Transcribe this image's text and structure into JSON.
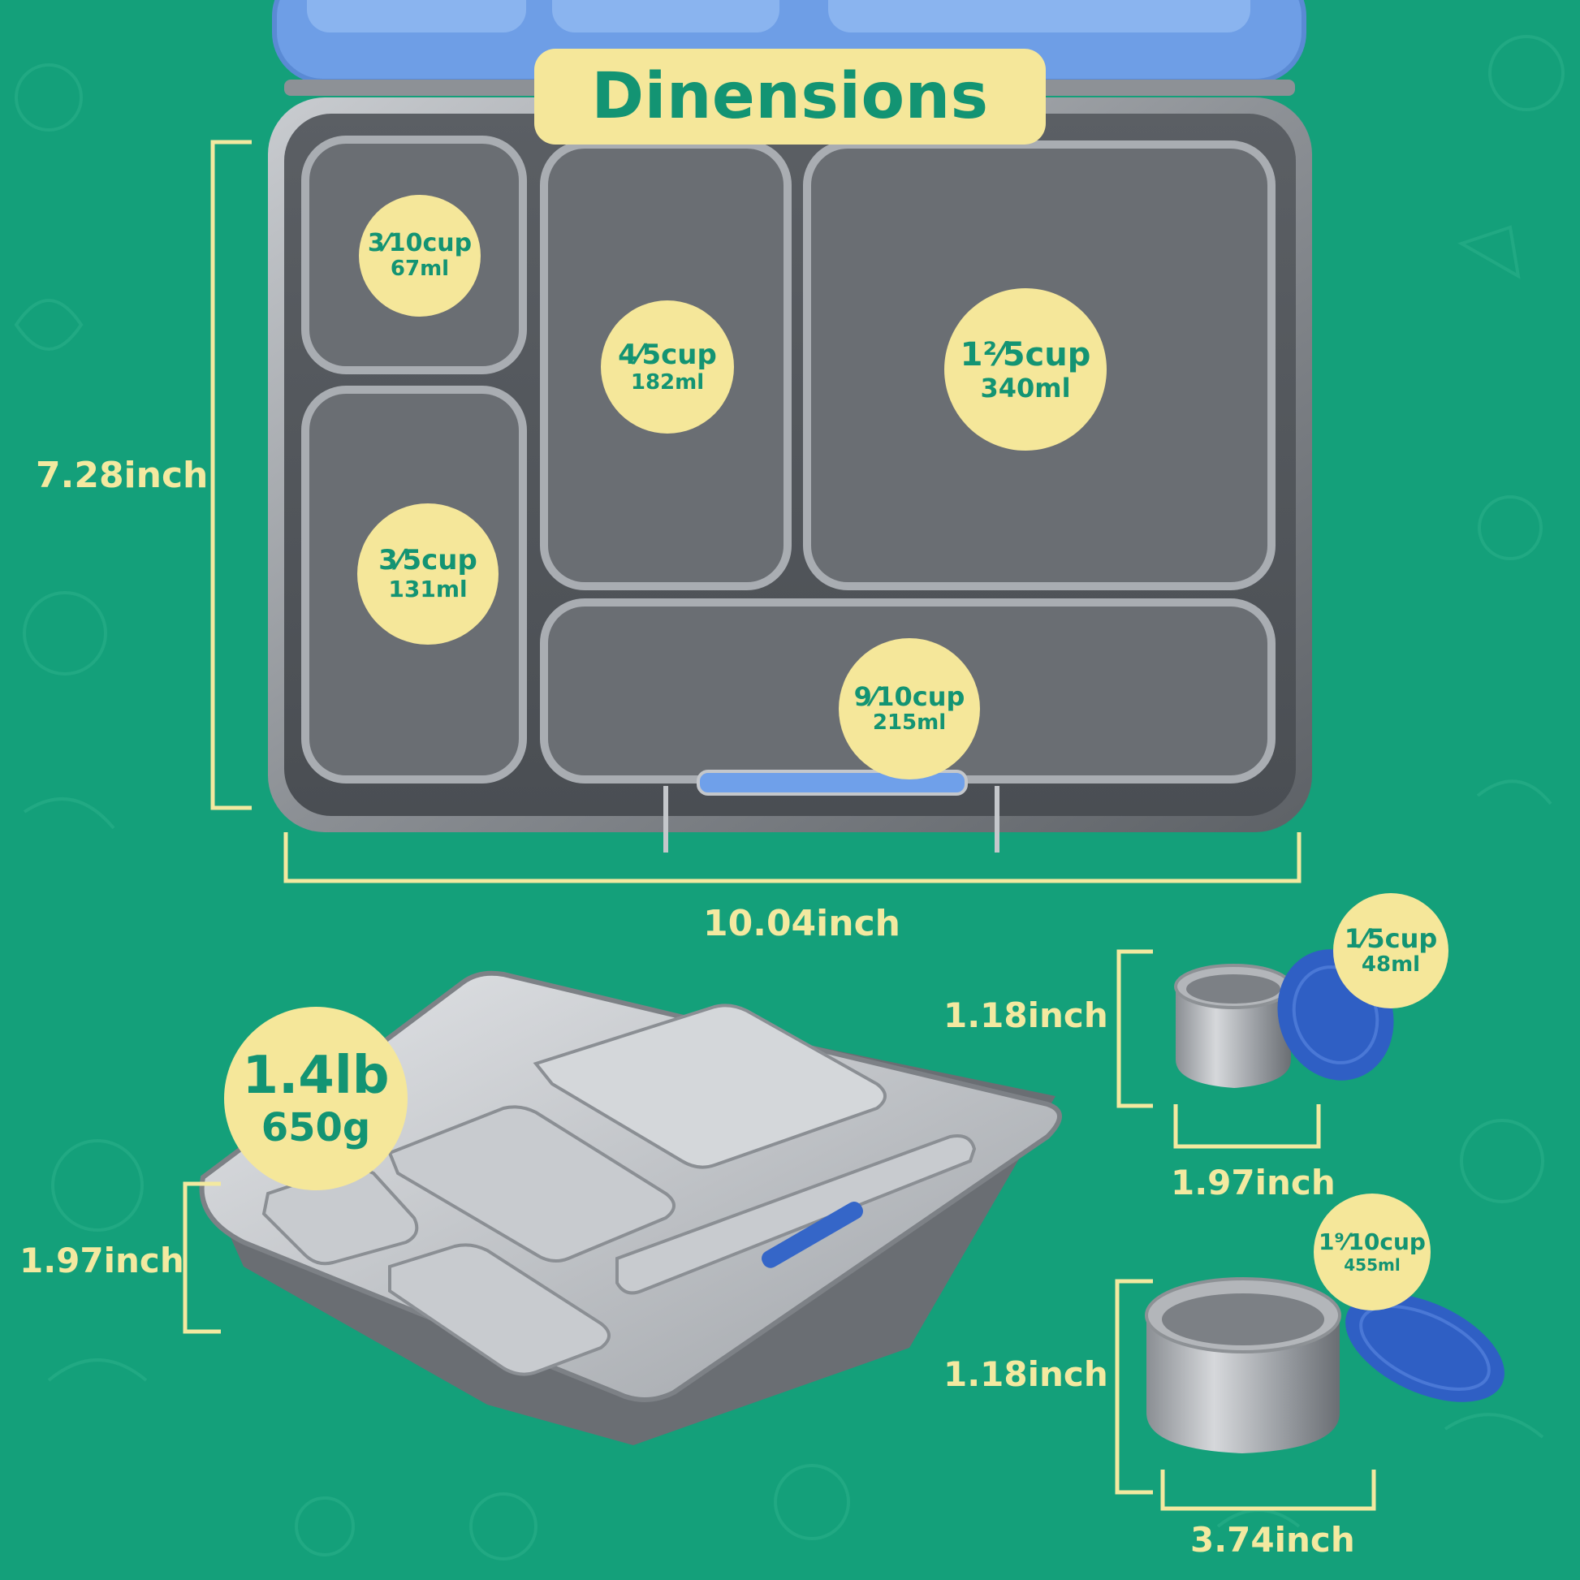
{
  "title": "Dinensions",
  "colors": {
    "background": "#14a07a",
    "badge": "#f5e79a",
    "badge_text": "#139473",
    "dimension_text": "#f3e9a0",
    "lid_blue": "#2f5fc4"
  },
  "main_box": {
    "height_label": "7.28inch",
    "width_label": "10.04inch",
    "compartments": [
      {
        "cup": "3⁄10cup",
        "ml": "67ml"
      },
      {
        "cup": "4⁄5cup",
        "ml": "182ml"
      },
      {
        "cup": "1²⁄5cup",
        "ml": "340ml"
      },
      {
        "cup": "3⁄5cup",
        "ml": "131ml"
      },
      {
        "cup": "9⁄10cup",
        "ml": "215ml"
      }
    ]
  },
  "weight": {
    "lb": "1.4lb",
    "g": "650g"
  },
  "side_view": {
    "height_label": "1.97inch"
  },
  "small_container": {
    "height_label": "1.18inch",
    "width_label": "1.97inch",
    "cup": "1⁄5cup",
    "ml": "48ml"
  },
  "large_container": {
    "height_label": "1.18inch",
    "width_label": "3.74inch",
    "cup": "1⁹⁄10cup",
    "ml": "455ml"
  }
}
